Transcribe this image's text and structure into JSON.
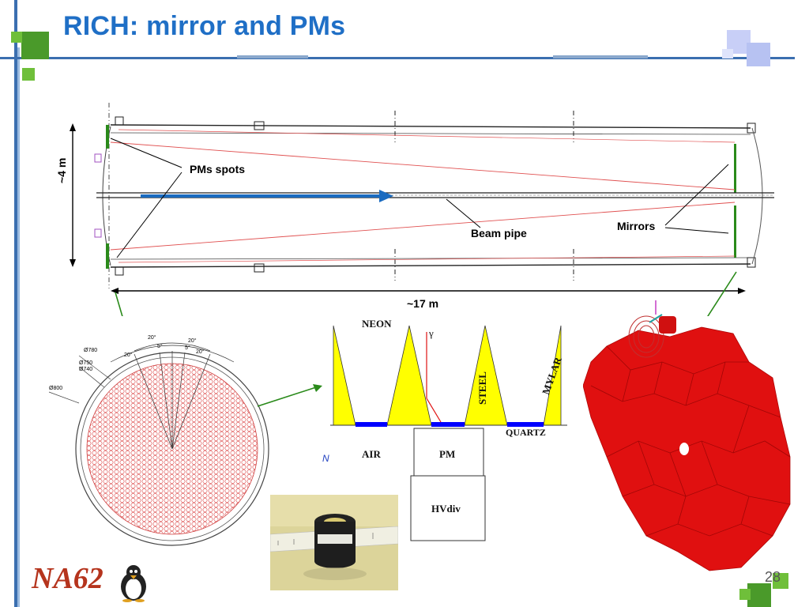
{
  "slide": {
    "title": "RICH: mirror and PMs",
    "page_number": "28",
    "logo_text": "NA62"
  },
  "colors": {
    "title_blue": "#1f6fc6",
    "decor_green": "#4a9a2a",
    "mirror_red": "#e01010",
    "cone_yellow": "#ffff00",
    "quartz_blue": "#0000ff"
  },
  "detector_drawing": {
    "height_label": "~4 m",
    "length_label": "~17 m",
    "pms_label": "PMs spots",
    "beam_label": "Beam pipe",
    "mirrors_label": "Mirrors"
  },
  "cone_diagram": {
    "neon": "NEON",
    "gamma": "γ",
    "steel": "STEEL",
    "mylar": "MYLAR",
    "quartz": "QUARTZ",
    "air": "AIR",
    "pm": "PM",
    "hvdiv": "HVdiv",
    "n_label": "N"
  },
  "flange_drawing": {
    "angle_top_1": "20°",
    "angle_top_2": "20°",
    "angle_mid_1": "5°",
    "angle_mid_2": "5°",
    "angle_side_1": "20°",
    "angle_side_2": "20°",
    "dim_1": "Ø780",
    "dim_2": "Ø750",
    "dim_3": "Ø740",
    "dim_4": "Ø800"
  }
}
